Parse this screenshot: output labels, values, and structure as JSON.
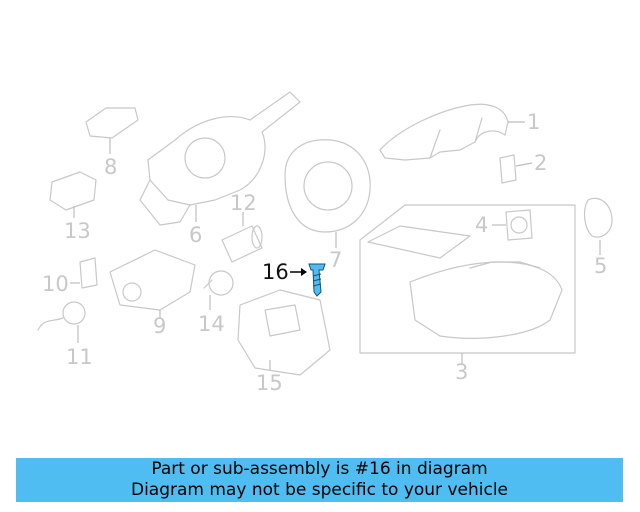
{
  "diagram": {
    "highlight_color": "#4fbdf2",
    "active_part": "16",
    "callouts": [
      {
        "id": "1",
        "label": "1"
      },
      {
        "id": "2",
        "label": "2"
      },
      {
        "id": "3",
        "label": "3"
      },
      {
        "id": "4",
        "label": "4"
      },
      {
        "id": "5",
        "label": "5"
      },
      {
        "id": "6",
        "label": "6"
      },
      {
        "id": "7",
        "label": "7"
      },
      {
        "id": "8",
        "label": "8"
      },
      {
        "id": "9",
        "label": "9"
      },
      {
        "id": "10",
        "label": "10"
      },
      {
        "id": "11",
        "label": "11"
      },
      {
        "id": "12",
        "label": "12"
      },
      {
        "id": "13",
        "label": "13"
      },
      {
        "id": "14",
        "label": "14"
      },
      {
        "id": "15",
        "label": "15"
      },
      {
        "id": "16",
        "label": "16"
      }
    ]
  },
  "banner": {
    "line1": "Part or sub-assembly is #16 in diagram",
    "line2": "Diagram may not be specific to your vehicle",
    "color": "#4fbdf2"
  }
}
